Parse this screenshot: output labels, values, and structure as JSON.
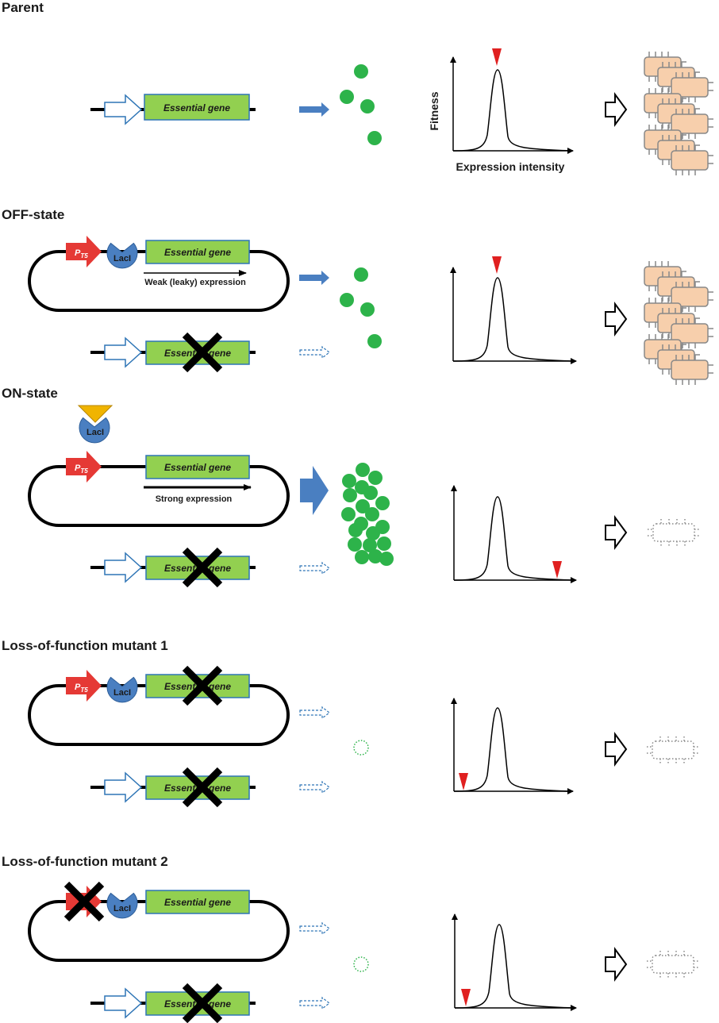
{
  "colors": {
    "gene_fill": "#92d050",
    "gene_stroke": "#2e75b6",
    "promoter": "#e53935",
    "repressor": "#4a7fc1",
    "inducer": "#f0b400",
    "protein": "#2db34a",
    "cell_fill": "#f7cfac",
    "cell_stroke": "#888888",
    "marker": "#e02020",
    "line": "#000000"
  },
  "labels": {
    "essential_gene": "Essential gene",
    "repressor": "LacI",
    "promoter_main": "P",
    "promoter_sub": "T5",
    "weak_expression": "Weak (leaky) expression",
    "strong_expression": "Strong expression",
    "fitness": "Fitness",
    "expression_intensity": "Expression intensity"
  },
  "icons": {
    "knockout": "x-cross-icon",
    "native_promoter": "hollow-arrow-icon",
    "promoter": "red-arrow-icon",
    "repressor": "pacman-icon",
    "inducer": "triangle-icon",
    "expression_flow": "blue-arrow-icon",
    "no_expression": "dashed-arrow-icon",
    "result": "block-arrow-icon",
    "growth": "cell-cluster-icon",
    "no_growth": "dotted-cell-icon"
  },
  "panels": [
    {
      "id": "parent",
      "title": "Parent",
      "marker_position": "at peak",
      "protein_level": "normal",
      "growth": "growth"
    },
    {
      "id": "off-state",
      "title": "OFF-state",
      "marker_position": "at peak",
      "protein_level": "normal",
      "growth": "growth"
    },
    {
      "id": "on-state",
      "title": "ON-state",
      "marker_position": "high expression",
      "protein_level": "high",
      "growth": "no growth"
    },
    {
      "id": "lof-mutant-1",
      "title": "Loss-of-function mutant 1",
      "marker_position": "low expression",
      "protein_level": "none",
      "growth": "no growth"
    },
    {
      "id": "lof-mutant-2",
      "title": "Loss-of-function mutant 2",
      "marker_position": "low expression",
      "protein_level": "none",
      "growth": "no growth"
    }
  ]
}
